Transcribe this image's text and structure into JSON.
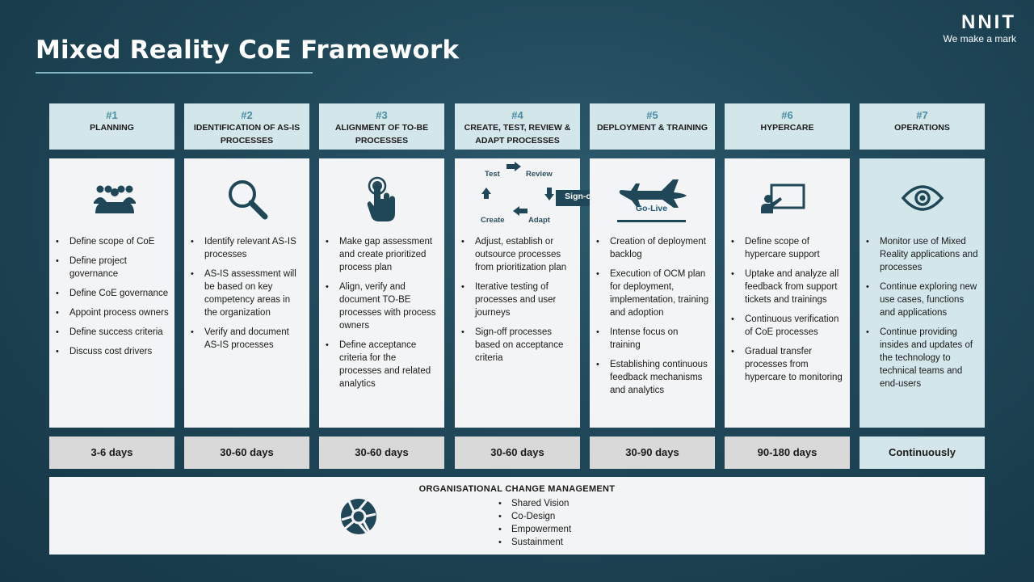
{
  "title": "Mixed Reality CoE Framework",
  "brand": {
    "logo": "NNIT",
    "tagline": "We make a mark"
  },
  "colors": {
    "accent": "#4b8ea5",
    "header_bg": "#d3e6e9",
    "icon": "#1f4758",
    "duration_bg": "#d9d9d9"
  },
  "phases": [
    {
      "num": "#1",
      "name": "PLANNING",
      "icon": "group-icon",
      "bullets": [
        "Define scope of CoE",
        "Define project governance",
        "Define CoE governance",
        "Appoint process owners",
        "Define success criteria",
        "Discuss cost drivers"
      ],
      "duration": "3-6 days"
    },
    {
      "num": "#2",
      "name": "IDENTIFICATION  OF AS-IS PROCESSES",
      "icon": "search-icon",
      "bullets": [
        "Identify relevant AS-IS processes",
        "AS-IS assessment will be based on key competency  areas in the organization",
        "Verify and document AS-IS processes"
      ],
      "duration": "30-60 days"
    },
    {
      "num": "#3",
      "name": "ALIGNMENT OF TO-BE PROCESSES",
      "icon": "touch-icon",
      "bullets": [
        "Make gap assessment and create prioritized process plan",
        "Align, verify and document TO-BE processes with process owners",
        "Define acceptance criteria for the processes and related analytics"
      ],
      "duration": "30-60 days"
    },
    {
      "num": "#4",
      "name": "CREATE, TEST, REVIEW & ADAPT PROCESSES",
      "icon": "cycle-icon",
      "cycle": {
        "test": "Test",
        "review": "Review",
        "create": "Create",
        "adapt": "Adapt",
        "signoff": "Sign-off"
      },
      "bullets": [
        "Adjust, establish or outsource processes from prioritization plan",
        "Iterative testing of processes and user journeys",
        "Sign-off processes based on acceptance criteria"
      ],
      "duration": "30-60 days"
    },
    {
      "num": "#5",
      "name": "DEPLOYMENT & TRAINING",
      "icon": "airplane-icon",
      "golive": "Go-Live",
      "bullets": [
        "Creation of deployment backlog",
        "Execution of OCM plan for deployment, implementation, training and adoption",
        "Intense focus on training",
        "Establishing continuous feedback mechanisms and analytics"
      ],
      "duration": "30-90 days"
    },
    {
      "num": "#6",
      "name": "HYPERCARE",
      "icon": "presenter-icon",
      "bullets": [
        "Define scope of hypercare support",
        "Uptake and analyze all feedback from support tickets and trainings",
        "Continuous verification of CoE processes",
        "Gradual transfer processes from hypercare to monitoring"
      ],
      "duration": "90-180 days"
    },
    {
      "num": "#7",
      "name": "OPERATIONS",
      "icon": "eye-icon",
      "bullets": [
        "Monitor use of Mixed Reality applications and processes",
        "Continue exploring new use cases, functions and applications",
        "Continue providing insides and updates of the technology to technical teams and end-users"
      ],
      "duration": "Continuously"
    }
  ],
  "ocm": {
    "title": "ORGANISATIONAL CHANGE MANAGEMENT",
    "icon": "aperture-icon",
    "items": [
      "Shared Vision",
      "Co-Design",
      "Empowerment",
      "Sustainment"
    ]
  }
}
